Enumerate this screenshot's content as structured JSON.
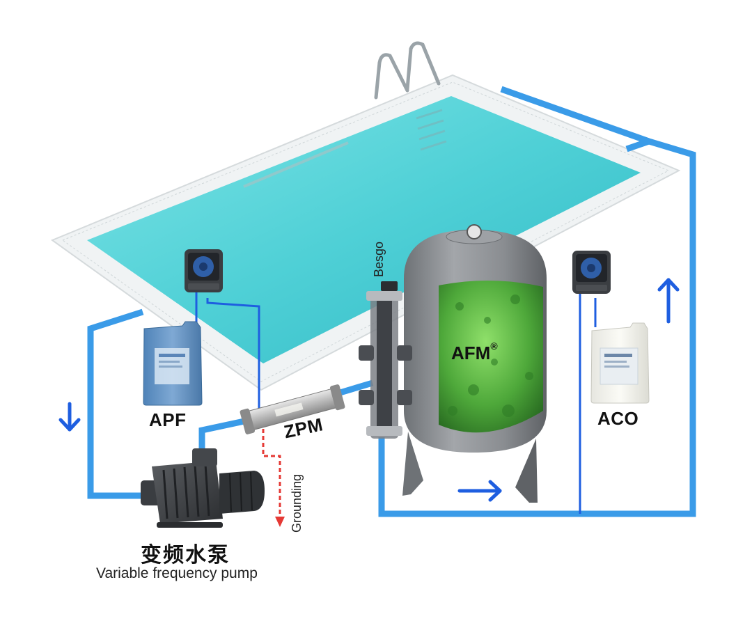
{
  "labels": {
    "apf": "APF",
    "aco": "ACO",
    "zpm": "ZPM",
    "afm": "AFM",
    "afm_mark": "®",
    "besgo": "Besgo",
    "grounding": "Grounding",
    "pump_cn": "变频水泵",
    "pump_en": "Variable frequency pump"
  },
  "colors": {
    "pipe": "#3a9be8",
    "arrow": "#1e5ee0",
    "ground": "#e53935",
    "water": "#4fd3d8",
    "pool_edge": "#eef2f3",
    "filter_body": "#8c8f93",
    "media": "#3f9a2e"
  }
}
